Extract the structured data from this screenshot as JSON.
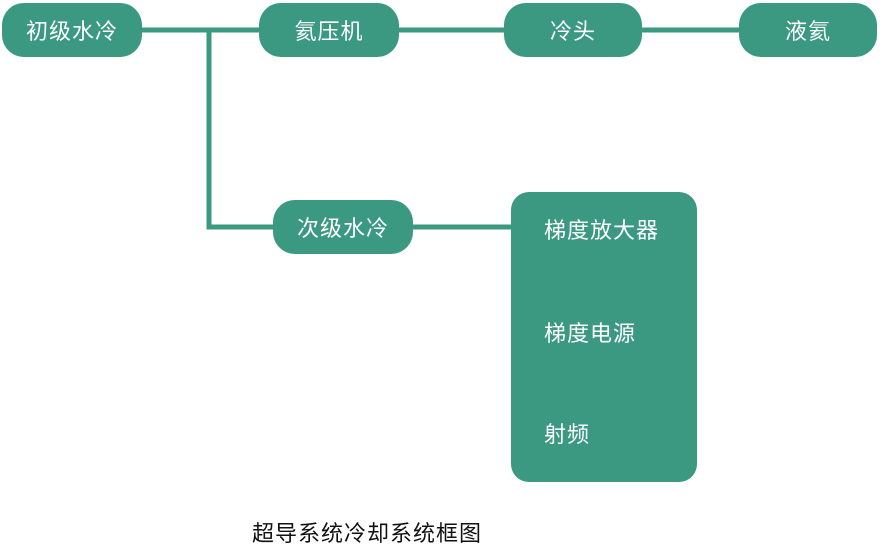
{
  "nodes": {
    "primary_water_cooling": "初级水冷",
    "helium_compressor": "氦压机",
    "cold_head": "冷头",
    "liquid_helium": "液氦",
    "secondary_water_cooling": "次级水冷"
  },
  "group": {
    "items": [
      "梯度放大器",
      "梯度电源",
      "射频"
    ]
  },
  "caption": "超导系统冷却系统框图",
  "colors": {
    "node_fill": "#3a9980",
    "connector": "#3a9980",
    "node_text": "#ffffff"
  }
}
